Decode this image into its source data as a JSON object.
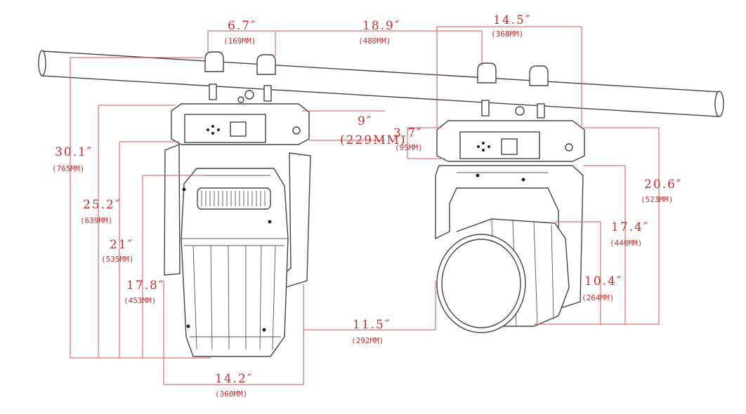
{
  "colors": {
    "dimension": "#d9534f",
    "dimension_text": "#c9302c",
    "outline": "#444444"
  },
  "dimensions": {
    "clamp_spacing": {
      "main": "6.7″",
      "sub": "(169MM)"
    },
    "fixture_spacing": {
      "main": "18.9″",
      "sub": "(480MM)"
    },
    "base_width": {
      "main": "14.5″",
      "sub": "(368MM)"
    },
    "base_depth": {
      "main": "9″",
      "sub": "(229MM)"
    },
    "base_height": {
      "main": "3.7″",
      "sub": "(95MM)"
    },
    "total_height": {
      "main": "30.1″",
      "sub": "(765MM)"
    },
    "height_25": {
      "main": "25.2″",
      "sub": "(639MM)"
    },
    "height_21": {
      "main": "21″",
      "sub": "(535MM)"
    },
    "height_17_8": {
      "main": "17.8″",
      "sub": "(453MM)"
    },
    "front_width": {
      "main": "14.2″",
      "sub": "(360MM)"
    },
    "tilt_clearance": {
      "main": "11.5″",
      "sub": "(292MM)"
    },
    "side_height": {
      "main": "20.6″",
      "sub": "(523MM)"
    },
    "yoke_height": {
      "main": "17.4″",
      "sub": "(440MM)"
    },
    "head_height": {
      "main": "10.4″",
      "sub": "(264MM)"
    }
  }
}
